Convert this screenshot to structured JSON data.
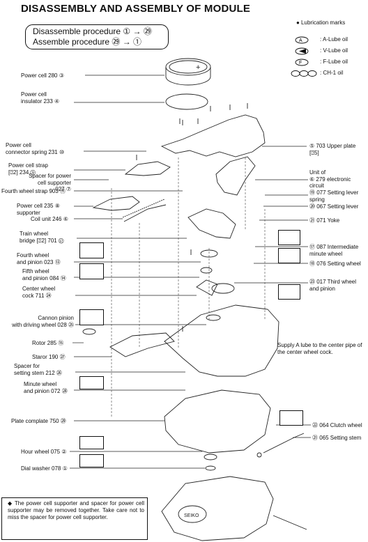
{
  "title": "DISASSEMBLY AND ASSEMBLY OF MODULE",
  "procedure": {
    "disassemble": "Disassemble procedure ① → ㉙",
    "assemble": "Assemble procedure ㉙ → ①"
  },
  "legend": {
    "title": "● Lubrication marks",
    "items": [
      {
        "label": ": A-Lube oil",
        "icon": "a-lube-icon"
      },
      {
        "label": ": V-Lube oil",
        "icon": "v-lube-icon"
      },
      {
        "label": ": F-Lube oil",
        "icon": "f-lube-icon"
      },
      {
        "label": ": CH-1 oil",
        "icon": "ch1-oil-icon"
      }
    ]
  },
  "left_labels": [
    "Power cell 280 ③",
    "Power cell\ninsulator 233 ④",
    "Power cell\nconnector spring 231 ⑩",
    "Power cell strap\n[⍰2] 234 ⑨",
    "Spacer for power\ncell supporter\n027 ⑦",
    "Fourth wheel strap 903 ⑪",
    "Power cell 235 ⑧\nsupporter",
    "Coil unit 246 ⑥",
    "Train wheel\nbridge [⍰2] 701 ⑫",
    "Fourth wheel\nand pinion 023 ⑬",
    "Fifth wheel\nand pinion 084 ⑭",
    "Center wheel\ncock 711 ㉔",
    "Cannon pinion\nwith driving wheel 028 ㉕",
    "Rotor 285 ⑮",
    "Staror 190 ㉗",
    "Spacer for\nsetting stem 212 ㉖",
    "Minute wheel\nand pinion 072 ㉘",
    "Plate complate 750 ㉙",
    "Hour wheel 075 ②",
    "Dial washer 078 ①"
  ],
  "right_labels": [
    "⑤ 703 Upper plate\n[⍰5]",
    "Unit of\n⑥ 279 electronic\ncircuit",
    "⑲ 077 Setting lever\nspring",
    "⑳ 067 Setting lever",
    "㉑ 071 Yoke",
    "⑰ 087 Intermediate\nminute wheel",
    "⑱ 076 Setting wheel",
    "㉓ 017 Third wheel\nand pinion",
    "㉒ 064 Clutch wheel",
    "㉑ 065 Setting stem"
  ],
  "notes": {
    "center_pipe": "Supply A lube to the center pipe of the center wheel cock.",
    "power_cell": "The power cell supporter and spacer for power cell supporter may be removed together. Take care not to miss the spacer for power cell supporter."
  },
  "cell_text": "+",
  "battery_marking": "SEIKO"
}
